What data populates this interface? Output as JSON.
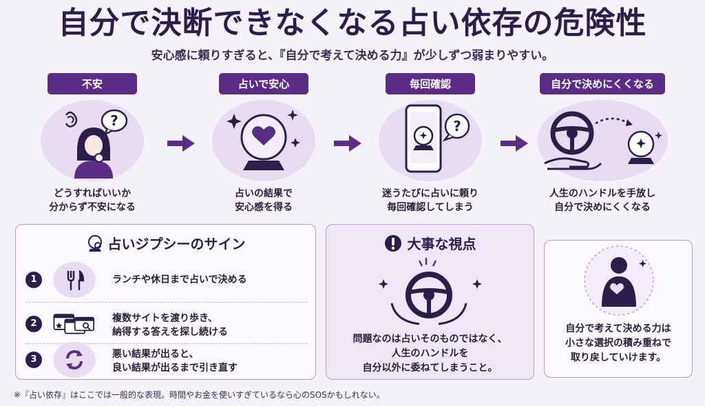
{
  "title": "自分で決断できなくなる占い依存の危険性",
  "subtitle": "安心感に頼りすぎると、『自分で考えて決める力』が少しずつ弱まりやすい。",
  "steps": [
    {
      "label": "不安",
      "line1": "どうすればいいか",
      "line2": "分からず不安になる",
      "icon": "worried-person-icon"
    },
    {
      "label": "占いで安心",
      "line1": "占いの結果で",
      "line2": "安心感を得る",
      "icon": "crystal-ball-icon"
    },
    {
      "label": "毎回確認",
      "line1": "迷うたびに占いに頼り",
      "line2": "毎回確認してしまう",
      "icon": "smartphone-icon"
    },
    {
      "label": "自分で決めにくくなる",
      "line1": "人生のハンドルを手放し",
      "line2": "自分で決めにくくなる",
      "icon": "steering-wheel-icon"
    }
  ],
  "signs": {
    "title": "占いジプシーのサイン",
    "items": [
      {
        "num": "1",
        "line1": "ランチや休日まで占いで決める",
        "line2": "",
        "icon": "fork-knife-icon"
      },
      {
        "num": "2",
        "line1": "複数サイトを渡り歩き、",
        "line2": "納得する答えを探し続ける",
        "icon": "browser-windows-icon"
      },
      {
        "num": "3",
        "line1": "悪い結果が出ると、",
        "line2": "良い結果が出るまで引き直す",
        "icon": "refresh-icon"
      }
    ]
  },
  "point": {
    "title": "大事な視点",
    "line1": "問題なのは占いそのものではなく、",
    "line2": "人生のハンドルを",
    "line3": "自分以外に委ねてしまうこと。"
  },
  "advice": {
    "line1": "自分で考えて決める力は",
    "line2": "小さな選択の積み重ねで",
    "line3": "取り戻していけます。"
  },
  "footnote": "※『占い依存』はここでは一般的な表現。時間やお金を使いすぎているなら心のSOSかもしれない。",
  "colors": {
    "accent": "#5a2d86",
    "dark": "#2c1e4a",
    "light": "#e8dcf3"
  }
}
